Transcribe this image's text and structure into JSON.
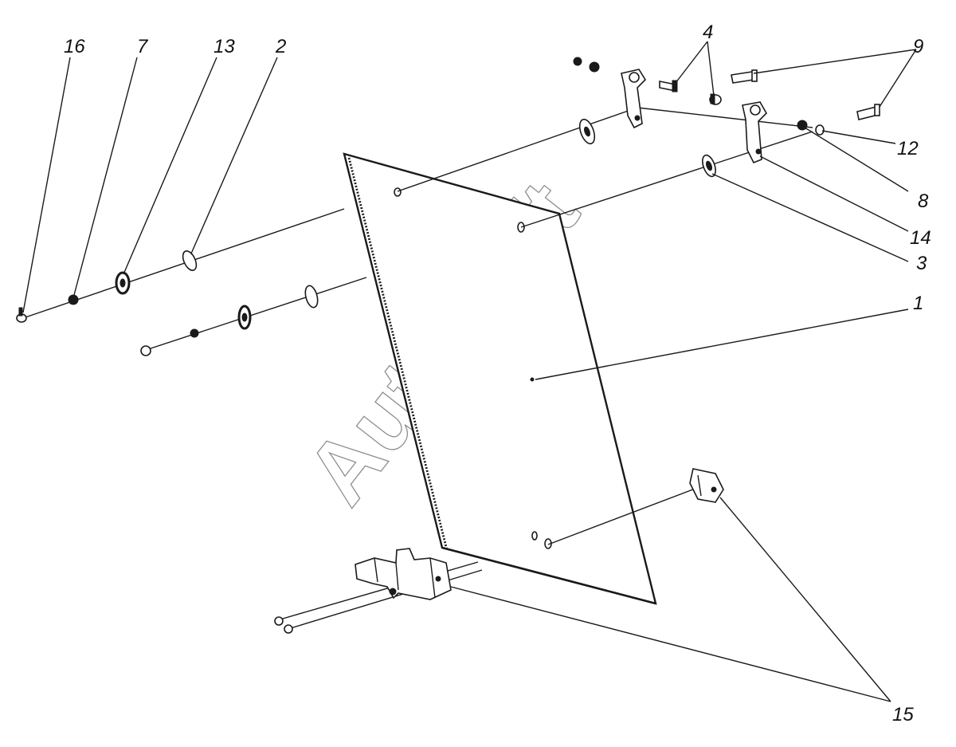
{
  "diagram": {
    "callouts": [
      {
        "id": "c16",
        "text": "16"
      },
      {
        "id": "c7",
        "text": "7"
      },
      {
        "id": "c13",
        "text": "13"
      },
      {
        "id": "c2",
        "text": "2"
      },
      {
        "id": "c4",
        "text": "4"
      },
      {
        "id": "c9",
        "text": "9"
      },
      {
        "id": "c12",
        "text": "12"
      },
      {
        "id": "c8",
        "text": "8"
      },
      {
        "id": "c14",
        "text": "14"
      },
      {
        "id": "c3",
        "text": "3"
      },
      {
        "id": "c1",
        "text": "1"
      },
      {
        "id": "c15",
        "text": "15"
      }
    ],
    "watermark": "AutoSoft"
  }
}
